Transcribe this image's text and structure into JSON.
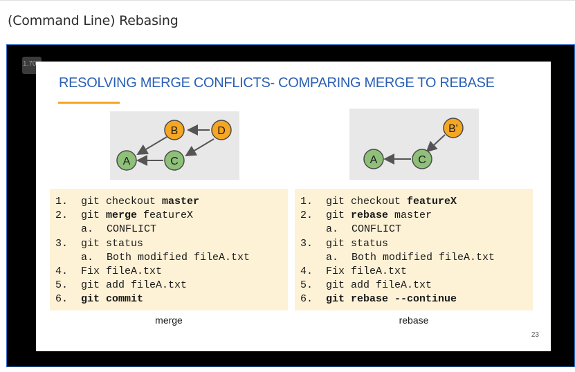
{
  "page": {
    "title": "(Command Line) Rebasing"
  },
  "player": {
    "speed_badge": "1.70"
  },
  "slide": {
    "heading": "RESOLVING MERGE CONFLICTS- COMPARING MERGE TO REBASE",
    "slide_number": "23",
    "colors": {
      "heading": "#2a60b4",
      "accent": "#f5a623",
      "code_bg": "#fdf1d6",
      "node_green": "#8fc07a",
      "node_orange": "#f5a623"
    },
    "merge": {
      "caption": "merge",
      "graph": {
        "nodes": [
          "A",
          "B",
          "C",
          "D"
        ]
      },
      "steps": [
        {
          "num": "1.",
          "pre": "git checkout ",
          "bold": "master",
          "post": ""
        },
        {
          "num": "2.",
          "pre": "git ",
          "bold": "merge",
          "post": " featureX"
        },
        {
          "letter": "a.",
          "text": "CONFLICT"
        },
        {
          "num": "3.",
          "pre": "git status",
          "bold": "",
          "post": ""
        },
        {
          "letter": "a.",
          "text": "Both modified fileA.txt"
        },
        {
          "num": "4.",
          "pre": "Fix fileA.txt",
          "bold": "",
          "post": ""
        },
        {
          "num": "5.",
          "pre": "git add fileA.txt",
          "bold": "",
          "post": ""
        },
        {
          "num": "6.",
          "pre": "",
          "bold": "git commit",
          "post": ""
        }
      ]
    },
    "rebase": {
      "caption": "rebase",
      "graph": {
        "nodes": [
          "A",
          "C",
          "B'"
        ]
      },
      "steps": [
        {
          "num": "1.",
          "pre": "git checkout ",
          "bold": "featureX",
          "post": ""
        },
        {
          "num": "2.",
          "pre": "git ",
          "bold": "rebase",
          "post": " master"
        },
        {
          "letter": "a.",
          "text": "CONFLICT"
        },
        {
          "num": "3.",
          "pre": "git status",
          "bold": "",
          "post": ""
        },
        {
          "letter": "a.",
          "text": "Both modified fileA.txt"
        },
        {
          "num": "4.",
          "pre": "Fix fileA.txt",
          "bold": "",
          "post": ""
        },
        {
          "num": "5.",
          "pre": "git add fileA.txt",
          "bold": "",
          "post": ""
        },
        {
          "num": "6.",
          "pre": "",
          "bold": "git rebase --continue",
          "post": ""
        }
      ]
    }
  }
}
